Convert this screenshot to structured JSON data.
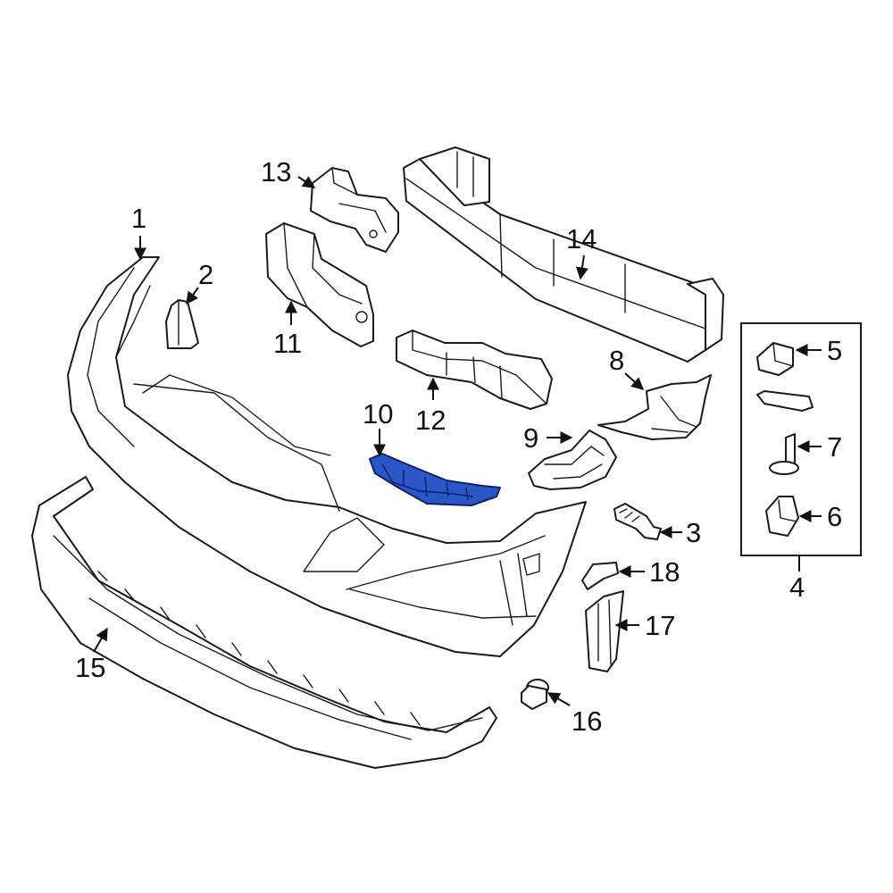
{
  "colors": {
    "line": "#1a1a1a",
    "highlight": "#2a56c6",
    "highlight_stroke": "#0b1f6e",
    "background": "#ffffff"
  },
  "callouts": {
    "c1": "1",
    "c2": "2",
    "c3": "3",
    "c4": "4",
    "c5": "5",
    "c6": "6",
    "c7": "7",
    "c8": "8",
    "c9": "9",
    "c10": "10",
    "c11": "11",
    "c12": "12",
    "c13": "13",
    "c14": "14",
    "c15": "15",
    "c16": "16",
    "c17": "17",
    "c18": "18"
  },
  "highlighted_part": "10"
}
